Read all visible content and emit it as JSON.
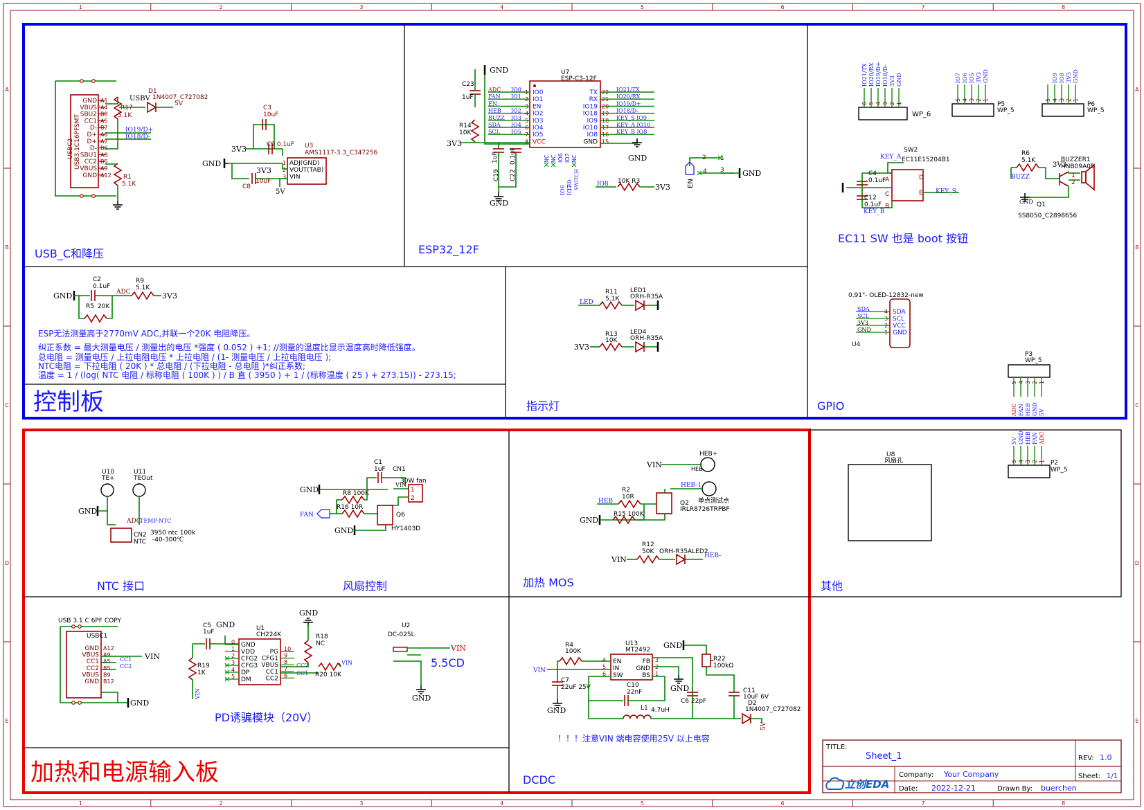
{
  "colors": {
    "control_board": "#0000ee",
    "power_board": "#ee0000",
    "wire": "#008000",
    "part": "#a00000",
    "net_label": "#1a1aff",
    "frame": "#8a1a1a"
  },
  "frame": {
    "cols": [
      "1",
      "2",
      "3",
      "4",
      "5",
      "6",
      "7",
      "8"
    ],
    "rows": [
      "A",
      "B",
      "C",
      "D",
      "E"
    ]
  },
  "control_board": {
    "title": "控制板",
    "usb": {
      "label": "USB_C和降压",
      "ref": "USBC2",
      "part": "USB3.1C16PFSMT",
      "pins": [
        "GND",
        "VBUS",
        "SBU2",
        "CC1",
        "D-",
        "D+",
        "D+",
        "D-",
        "SBU1",
        "CC2",
        "VBUS",
        "GND"
      ],
      "pin_nums": [
        "A1",
        "A4",
        "B8",
        "A5",
        "B7",
        "A6",
        "A7",
        "B6",
        "A8",
        "B5",
        "A9",
        "A12"
      ],
      "usbv": "USBV",
      "d1": "D1",
      "d1_part": "1N4007_C727082",
      "r17": "R17",
      "r17_val": "5.1K",
      "r1": "R1",
      "r1_val": "5.1K",
      "io19": "IO19/D+",
      "io18": "IO18/D-",
      "v5": "5V",
      "c3": "C3",
      "c3_val": "10uF",
      "c9": "C9 0.1uF",
      "u3": "U3",
      "u3_part": "AMS1117-3.3_C347256",
      "u3_pins": [
        "ADJ(GND)",
        "VOUT(TAB)",
        "VIN"
      ],
      "c8": "C8",
      "c8_val": "10uF",
      "v33": "3V3",
      "gnd": "GND"
    },
    "esp": {
      "label": "ESP32_12F",
      "ref": "U7",
      "part": "ESP-C3-12F",
      "left_pins": [
        "IO0",
        "IO1",
        "EN",
        "IO2",
        "IO3",
        "IO4",
        "IO5",
        "VCC"
      ],
      "right_pins": [
        "TX",
        "RX",
        "IO19",
        "IO18",
        "IO9",
        "IO10",
        "IO8",
        "GND"
      ],
      "left_nets": [
        "ADC",
        "FAN",
        "EN",
        "HEB",
        "BUZZ",
        "SDA",
        "SCL"
      ],
      "left_io": [
        "IO0",
        "IO1",
        "",
        "IO2",
        "IO3",
        "IO4",
        "IO5"
      ],
      "right_nets": [
        "IO21/TX",
        "IO20/RX",
        "IO19/D+",
        "IO18/D-",
        "KEY_S IO9",
        "KEY_A IO10",
        "KEY_B IO8"
      ],
      "right_nums": [
        "22",
        "21",
        "20",
        "19",
        "18",
        "17",
        "16",
        "15"
      ],
      "left_nums": [
        "1",
        "2",
        "3",
        "4",
        "5",
        "6",
        "7",
        "8"
      ],
      "bottom_pins": [
        "NC",
        "NC",
        "IO6",
        "IO7",
        "NC"
      ],
      "bottom_nets": [
        "IO6",
        "IO7"
      ],
      "bottom_labels": [
        "LED",
        "SWITCH"
      ],
      "c23": "C23",
      "c23_val": "1uF",
      "r14": "R14",
      "r14_val": "10K",
      "c19": "C19",
      "c19_val": "1uF",
      "c22": "C22",
      "c22_val": "0.1uF",
      "io8": "IO8",
      "r3": "10K R3",
      "en": "EN",
      "gnd": "GND",
      "v33": "3V3"
    },
    "gpio": {
      "label": "GPIO",
      "wp6": "WP_6",
      "wp6_nets": [
        "GND",
        "3V3",
        "IO18/D-",
        "IO19/D+",
        "IO20/RX",
        "IO21/TX"
      ],
      "p5": "P5",
      "p5_part": "WP_5",
      "p5_nets": [
        "GND",
        "3V3",
        "IO5",
        "IO6",
        "IO7"
      ],
      "p6": "P6",
      "p6_part": "WP_5",
      "p6_nets": [
        "GND",
        "3V3",
        "IO8",
        "IO9"
      ],
      "p3": "P3",
      "p3_part": "WP_5",
      "p3_nets": [
        "ADC",
        "FAN",
        "HEB",
        "GND",
        "5V"
      ],
      "u4": "U4",
      "oled": "0.91\"- OLED-12832-new",
      "oled_pins": [
        "SDA",
        "SCL",
        "VCC",
        "GND"
      ]
    },
    "ec11": {
      "label": "EC11 SW 也是 boot 按钮",
      "sw2": "SW2",
      "part": "EC11E15204B1",
      "key_a": "KEY_A",
      "key_b": "KEY_B",
      "key_s": "KEY_S",
      "c4": "C4",
      "c4_val": "0.1uF",
      "c12": "C12",
      "c12_val": "0.1uF"
    },
    "buzzer": {
      "r6": "R6",
      "r6_val": "5.1K",
      "buzz": "BUZZ",
      "buzzer": "BUZZER1",
      "buzzer_part": "HNB09A05",
      "q1": "Q1",
      "q1_part": "SS8050_C2898656",
      "v33": "3V3",
      "gnd": "GND"
    },
    "adc": {
      "c2": "C2",
      "c2_val": "0.1uF",
      "r9": "R9",
      "r9_val": "5.1K",
      "r5": "R5",
      "r5_val": "20K",
      "adc": "ADC",
      "v33": "3V3",
      "gnd": "GND"
    },
    "notes": [
      "ESP无法测量高于2770mV ADC,并联一个20K 电阻降压。",
      "纠正系数 = 最大测量电压 / 测量出的电压 *强度 ( 0.052 ) +1;      //测量的温度比显示温度高时降低强度。",
      "总电阻 = 测量电压 / 上拉电阻电压 * 上拉电阻 / (1- 测量电压  / 上拉电阻电压 );",
      "NTC电阻 = 下拉电阻 ( 20K )  *  总电阻 / (下拉电阻 - 总电阻 )*纠正系数;",
      "温度 = 1 / (log( NTC 电阻 / 标称电阻 ( 100K ) ) / B 直 ( 3950 )  + 1 / (标称温度 ( 25 )  + 273.15)) - 273.15;"
    ],
    "led": {
      "label": "指示灯",
      "r11": "R11",
      "r11_val": "5.1K",
      "led1": "LED1",
      "led1_part": "ORH-R35A",
      "r13": "R13",
      "r13_val": "10K",
      "led4": "LED4",
      "led4_part": "ORH-R35A",
      "led": "LED",
      "v33": "3V3"
    }
  },
  "power_board": {
    "title": "加热和电源输入板",
    "ntc": {
      "label": "NTC 接口",
      "u10": "U10",
      "u10_name": "TE+",
      "u11": "U11",
      "u11_name": "TEOut",
      "adc": "ADC",
      "temp": "TEMP-NTC",
      "cn2": "CN2",
      "cn2_name": "NTC",
      "desc1": "3950 ntc 100k",
      "desc2": "-40-300℃",
      "gnd": "GND"
    },
    "fan": {
      "label": "风扇控制",
      "c1": "C1",
      "c1_val": "1uF",
      "cn1": "CN1",
      "cn1_part": "30W fan",
      "r8": "R8 100K",
      "r16": "R16 10R",
      "q6": "Q6",
      "q6_part": "HY1403D",
      "fan": "FAN",
      "vin": "VIN",
      "gnd": "GND"
    },
    "mos": {
      "label": "加热 MOS",
      "heb_p": "HEB+",
      "heb_m": "HEB-",
      "heb_m1": "HEB-1",
      "test": "单点测试点",
      "r2": "R2",
      "r2_val": "10R",
      "r15": "R15 100K",
      "q2": "Q2",
      "q2_part": "IRLR8726TRPBF",
      "r12": "R12",
      "r12_val": "50K",
      "led2": "ORH-R35ALED2",
      "heb": "HEB",
      "heb_lbl": "HEB",
      "vin": "VIN",
      "gnd": "GND"
    },
    "other": {
      "label": "其他",
      "u8": "U8",
      "u8_name": "风扇孔",
      "p2": "P2",
      "p2_part": "WP_5",
      "p2_nets": [
        "ADC",
        "FAN",
        "HEB",
        "GND",
        "5V"
      ]
    },
    "pd": {
      "label": "PD诱骗模块（20V）",
      "usb": "USB 3.1 C 6PF COPY",
      "usbc1": "USBC1",
      "usb_pins": [
        "GND",
        "VBUS",
        "CC1",
        "CC2",
        "VBUS",
        "GND"
      ],
      "usb_nums": [
        "A12",
        "A9",
        "A5",
        "B5",
        "B9",
        "B12"
      ],
      "cc1": "CC1",
      "cc2": "CC2",
      "vin": "VIN",
      "gnd": "GND",
      "c5": "C5",
      "c5_val": "1uF",
      "u1": "U1",
      "u1_part": "CH224K",
      "u1_left": [
        "GND",
        "VDD",
        "CFG2",
        "CFG3",
        "DP",
        "DM"
      ],
      "u1_right": [
        "PG",
        "CFG1",
        "VBUS",
        "CC1",
        "CC2"
      ],
      "r19": "R19",
      "r19_val": "1K",
      "r18": "R18",
      "r18_val": "NC",
      "r20": "R20 10K",
      "u2": "U2",
      "u2_part": "DC-025L",
      "dc": "5.5CD"
    },
    "dcdc": {
      "label": "DCDC",
      "r4": "R4",
      "r4_val": "100K",
      "u13": "U13",
      "u13_part": "MT2492",
      "u13_left": [
        "EN",
        "IN",
        "SW"
      ],
      "u13_right": [
        "FB",
        "GND",
        "BS"
      ],
      "c7": "C7",
      "c7_val": "22uF 25V",
      "c10": "C10",
      "c10_val": "22nF",
      "l1": "L1",
      "l1_val": "4.7uH",
      "c6": "C6 22pF",
      "r22": "R22",
      "r22_val": "100kΩ",
      "c11": "C11",
      "c11_val": "10uF 6V",
      "d2": "D2",
      "d2_part": "1N4007_C727082",
      "v5": "5V",
      "vin": "VIN",
      "gnd": "GND",
      "note": "！！！注意VIN 端电容使用25V 以上电容"
    }
  },
  "title_block": {
    "title_label": "TITLE:",
    "title": "Sheet_1",
    "rev_label": "REV:",
    "rev": "1.0",
    "company_label": "Company:",
    "company": "Your Company",
    "sheet_label": "Sheet:",
    "sheet": "1/1",
    "date_label": "Date:",
    "date": "2022-12-21",
    "drawn_label": "Drawn By:",
    "drawn": "buerchen",
    "logo": "立创EDA"
  }
}
